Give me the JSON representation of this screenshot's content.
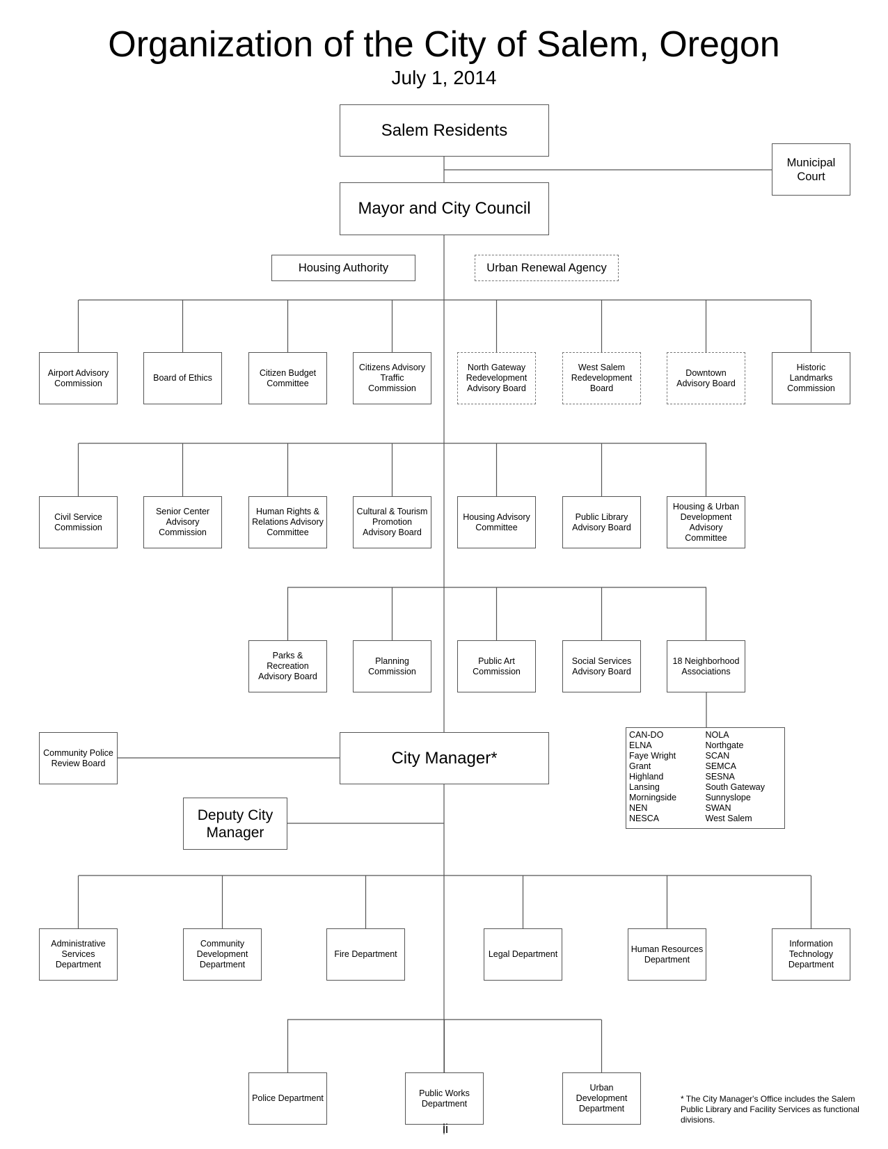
{
  "header": {
    "title": "Organization of the City of Salem, Oregon",
    "date": "July 1, 2014"
  },
  "top": {
    "residents": "Salem Residents",
    "council": "Mayor and City Council",
    "municipal_court": "Municipal\nCourt",
    "housing_authority": "Housing Authority",
    "urban_renewal": "Urban Renewal Agency"
  },
  "boards_row1": [
    {
      "label": "Airport Advisory\nCommission",
      "dashed": false
    },
    {
      "label": "Board of Ethics",
      "dashed": false
    },
    {
      "label": "Citizen Budget\nCommittee",
      "dashed": false
    },
    {
      "label": "Citizens Advisory\nTraffic\nCommission",
      "dashed": false
    },
    {
      "label": "North Gateway\nRedevelopment\nAdvisory Board",
      "dashed": true
    },
    {
      "label": "West Salem\nRedevelopment\nBoard",
      "dashed": true
    },
    {
      "label": "Downtown\nAdvisory Board",
      "dashed": true
    },
    {
      "label": "Historic\nLandmarks\nCommission",
      "dashed": false
    }
  ],
  "boards_row2": [
    {
      "label": "Civil Service\nCommission"
    },
    {
      "label": "Senior Center\nAdvisory\nCommission"
    },
    {
      "label": "Human Rights &\nRelations Advisory\nCommittee"
    },
    {
      "label": "Cultural & Tourism\nPromotion\nAdvisory Board"
    },
    {
      "label": "Housing Advisory\nCommittee"
    },
    {
      "label": "Public Library\nAdvisory Board"
    },
    {
      "label": "Housing & Urban\nDevelopment\nAdvisory\nCommittee"
    }
  ],
  "boards_row3": [
    {
      "label": "Parks &\nRecreation\nAdvisory Board"
    },
    {
      "label": "Planning\nCommission"
    },
    {
      "label": "Public Art\nCommission"
    },
    {
      "label": "Social Services\nAdvisory Board"
    },
    {
      "label": "18 Neighborhood\nAssociations"
    }
  ],
  "neighborhoods": {
    "left": [
      "CAN-DO",
      "ELNA",
      "Faye Wright",
      "Grant",
      "Highland",
      "Lansing",
      "Morningside",
      "NEN",
      "NESCA"
    ],
    "right": [
      "NOLA",
      "Northgate",
      "SCAN",
      "SEMCA",
      "SESNA",
      "South Gateway",
      "Sunnyslope",
      "SWAN",
      "West Salem"
    ]
  },
  "management": {
    "city_manager": "City Manager*",
    "deputy": "Deputy City\nManager",
    "police_review": "Community Police\nReview Board"
  },
  "departments_row1": [
    {
      "label": "Administrative\nServices\nDepartment"
    },
    {
      "label": "Community\nDevelopment\nDepartment"
    },
    {
      "label": "Fire Department"
    },
    {
      "label": "Legal Department"
    },
    {
      "label": "Human Resources\nDepartment"
    },
    {
      "label": "Information\nTechnology\nDepartment"
    }
  ],
  "departments_row2": [
    {
      "label": "Police Department"
    },
    {
      "label": "Public Works\nDepartment"
    },
    {
      "label": "Urban\nDevelopment\nDepartment"
    }
  ],
  "footnote": "* The City Manager's Office includes the Salem Public Library and Facility Services as functional divisions.",
  "page_number": "ii"
}
